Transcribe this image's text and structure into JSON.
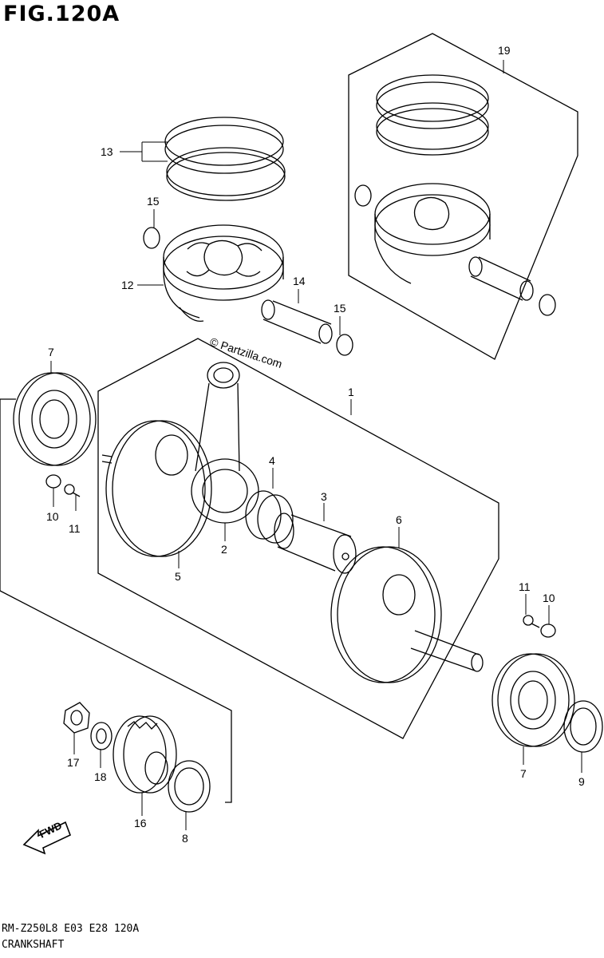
{
  "figure": {
    "title": "FIG.120A"
  },
  "watermark": "© Partzilla.com",
  "direction_marker": "FWD",
  "footer": {
    "code": "RM-Z250L8  E03  E28  120A",
    "name": "CRANKSHAFT"
  },
  "callouts": [
    "1",
    "2",
    "3",
    "4",
    "5",
    "6",
    "7",
    "7",
    "8",
    "9",
    "10",
    "10",
    "11",
    "11",
    "12",
    "13",
    "14",
    "15",
    "15",
    "16",
    "17",
    "18",
    "19"
  ]
}
